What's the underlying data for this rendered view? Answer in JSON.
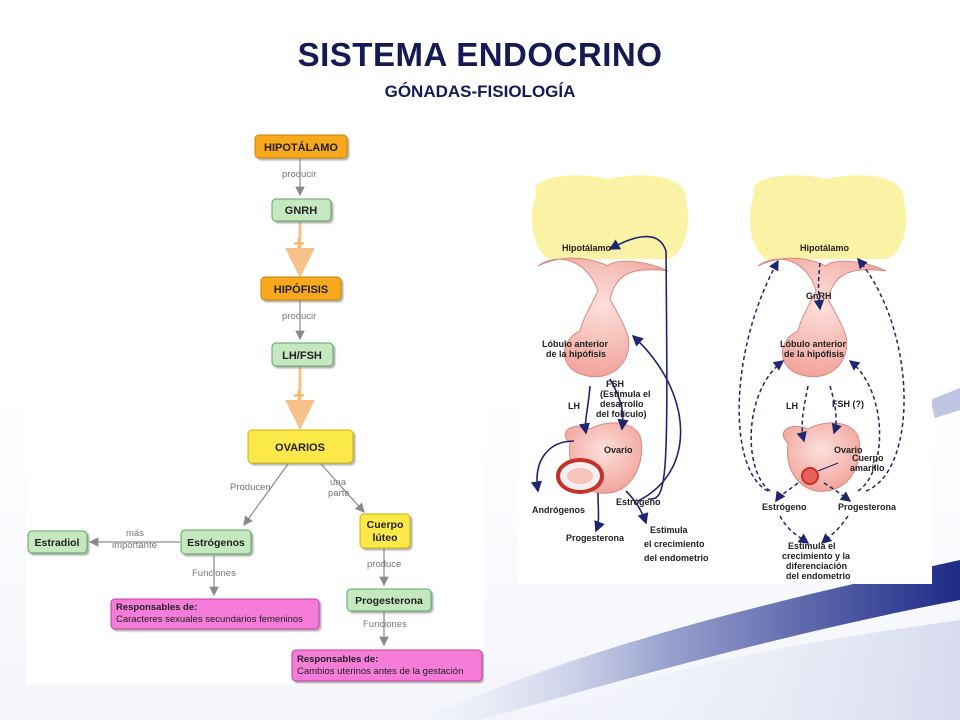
{
  "slide": {
    "title": "SISTEMA ENDOCRINO",
    "subtitle": "GÓNADAS-FISIOLOGÍA"
  },
  "concept_map": {
    "hipotalamo": "HIPOTÁLAMO",
    "link_producir_1": "producir",
    "gnrh": "GNRH",
    "plus_1": "+",
    "hipofisis": "HIPÓFISIS",
    "link_producir_2": "producir",
    "lh_fsh": "LH/FSH",
    "plus_2": "+",
    "ovarios": "OVARIOS",
    "link_producen": "Producen",
    "link_una_parte_1": "una",
    "link_una_parte_2": "parte",
    "estradiol": "Estradiol",
    "link_mas_importante_1": "más",
    "link_mas_importante_2": "importante",
    "estrogenos": "Estrógenos",
    "cuerpo_luteo_1": "Cuerpo",
    "cuerpo_luteo_2": "lúteo",
    "link_funciones_1": "Funciones",
    "link_produce": "produce",
    "resp_1_title": "Responsables de:",
    "resp_1_text": "Caracteres sexuales secundarios femeninos",
    "progesterona": "Progesterona",
    "link_funciones_2": "Funciones",
    "resp_2_title": "Responsables de:",
    "resp_2_text": "Cambios uterinos antes de la gestación"
  },
  "feedback_diagram": {
    "left": {
      "hipotalamo": "Hipotálamo",
      "lobulo_1": "Lóbulo anterior",
      "lobulo_2": "de la hipófisis",
      "fsh_1": "FSH",
      "fsh_2": "(Estimula el",
      "fsh_3": "desarrollo",
      "fsh_4": "del folículo)",
      "lh": "LH",
      "ovario": "Ovario",
      "androgenos": "Andrógenos",
      "estrogeno": "Estrógeno",
      "progesterona": "Progesterona",
      "estimula_1": "Estimula",
      "estimula_2": "el crecimiento",
      "estimula_3": "del endometrio"
    },
    "right": {
      "hipotalamo": "Hipotálamo",
      "gnrh": "GnRH",
      "lobulo_1": "Lóbulo anterior",
      "lobulo_2": "de la hipófisis",
      "lh": "LH",
      "fsh": "FSH (?)",
      "ovario": "Ovario",
      "cuerpo_1": "Cuerpo",
      "cuerpo_2": "amarillo",
      "estrogeno": "Estrógeno",
      "progesterona": "Progesterona",
      "estimula_1": "Estimula el",
      "estimula_2": "crecimiento y la",
      "estimula_3": "diferenciación",
      "estimula_4": "del endometrio"
    }
  },
  "colors": {
    "title": "#151a55",
    "orange_box": "#f7a81b",
    "green_box": "#c5e8c0",
    "yellow_box": "#fbe84a",
    "pink_box": "#f57bd8",
    "arrow_blue": "#1f2670",
    "hypothalamus_yellow": "#faf3a6",
    "tissue_pink": "#f8c3bd"
  }
}
